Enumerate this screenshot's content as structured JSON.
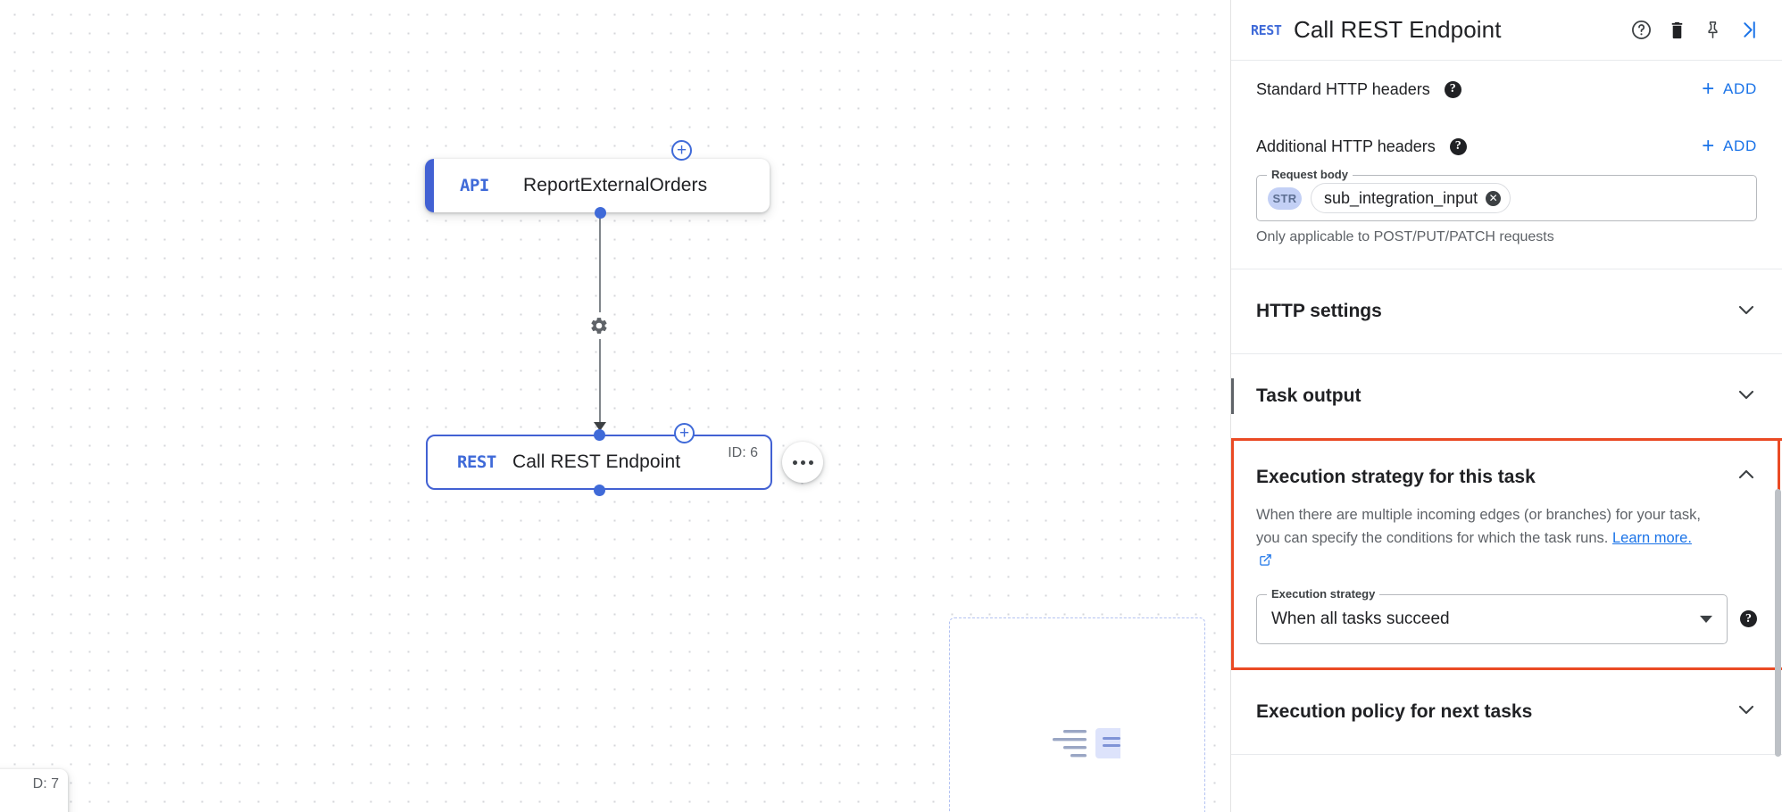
{
  "panel": {
    "header": {
      "badge": "REST",
      "title": "Call REST Endpoint",
      "help_icon": "help-circle-icon",
      "delete_icon": "trash-icon",
      "pin_icon": "pin-icon",
      "collapse_icon": "collapse-panel-icon"
    },
    "standard_headers": {
      "label": "Standard HTTP headers",
      "add_label": "ADD",
      "plus": "+"
    },
    "additional_headers": {
      "label": "Additional HTTP headers",
      "add_label": "ADD",
      "plus": "+"
    },
    "request_body": {
      "legend": "Request body",
      "type_chip": "STR",
      "value": "sub_integration_input",
      "clear": "✕",
      "helper": "Only applicable to POST/PUT/PATCH requests"
    },
    "sections": [
      {
        "title": "HTTP settings",
        "expanded": false,
        "chevron": "chevron-down-icon"
      },
      {
        "title": "Task output",
        "expanded": false,
        "chevron": "chevron-down-icon"
      },
      {
        "title": "Execution policy for next tasks",
        "expanded": false,
        "chevron": "chevron-down-icon"
      }
    ],
    "execution_strategy": {
      "title": "Execution strategy for this task",
      "chevron": "chevron-up-icon",
      "description_line1": "When there are multiple incoming edges (or branches) for your task,",
      "description_line2": "you can specify the conditions for which the task runs.",
      "link_label": "Learn more.",
      "field_legend": "Execution strategy",
      "selected_option": "When all tasks succeed",
      "highlight_color": "#ea4a24"
    }
  },
  "canvas": {
    "nodes": [
      {
        "badge": "API",
        "title": "ReportExternalOrders",
        "accent_color": "#4261d3"
      },
      {
        "badge": "REST",
        "title": "Call REST Endpoint",
        "id_label": "ID: 6",
        "accent_color": "#4261d3"
      }
    ],
    "partial_node": {
      "id_label": "D: 7"
    },
    "add_node_plus": "+",
    "menu_icon": "more-options-icon",
    "edge_config_icon": "gear-icon",
    "drop_area_icon": "placeholder-chart-icon"
  }
}
